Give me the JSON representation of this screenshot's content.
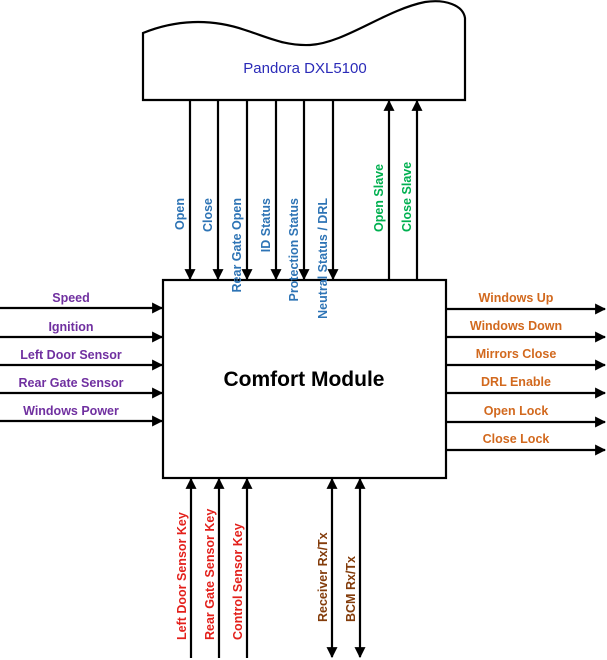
{
  "diagram": {
    "external_system": {
      "label": "Pandora DXL5100",
      "color": "#2b2bb8"
    },
    "module": {
      "label": "Comfort Module",
      "color": "#000000"
    },
    "top_inputs": {
      "direction": "pandora-to-module",
      "color": "#2e74b5",
      "items": [
        "Open",
        "Close",
        "Rear Gate Open",
        "ID Status",
        "Protection Status",
        "Neutral Status / DRL"
      ]
    },
    "top_outputs": {
      "direction": "module-to-pandora",
      "color": "#00b050",
      "items": [
        "Open Slave",
        "Close Slave"
      ]
    },
    "left_inputs": {
      "direction": "into-module",
      "color": "#7030a0",
      "items": [
        "Speed",
        "Ignition",
        "Left Door Sensor",
        "Rear Gate Sensor",
        "Windows Power"
      ]
    },
    "right_outputs": {
      "direction": "out-of-module",
      "color": "#d2691e",
      "items": [
        "Windows Up",
        "Windows Down",
        "Mirrors Close",
        "DRL Enable",
        "Open Lock",
        "Close Lock"
      ]
    },
    "bottom_inputs": {
      "direction": "into-module",
      "color": "#e3201b",
      "items": [
        "Left Door Sensor Key",
        "Rear Gate Sensor Key",
        "Control Sensor Key"
      ]
    },
    "bottom_bidirectional": {
      "direction": "bidirectional",
      "color": "#833c0b",
      "items": [
        "Receiver Rx/Tx",
        "BCM Rx/Tx"
      ]
    }
  }
}
